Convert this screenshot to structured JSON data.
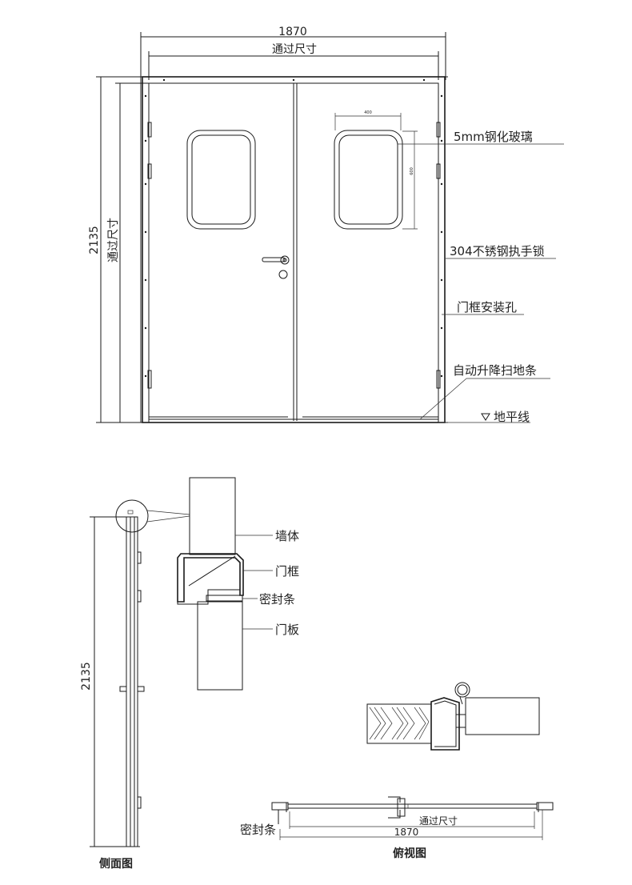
{
  "front_view": {
    "width_overall": "1870",
    "width_clear_label": "通过尺寸",
    "height_overall": "2135",
    "height_clear_label": "通过尺寸",
    "window_width": "400",
    "window_height": "600",
    "callouts": {
      "glass": "5mm钢化玻璃",
      "lock": "304不锈钢执手锁",
      "frame_holes": "门框安装孔",
      "sweep": "自动升降扫地条",
      "floor": "地平线"
    }
  },
  "section_detail": {
    "labels": {
      "wall": "墙体",
      "frame": "门框",
      "seal": "密封条",
      "leaf": "门板"
    }
  },
  "side_view": {
    "height": "2135",
    "caption": "侧面图"
  },
  "top_view": {
    "seal_label": "密封条",
    "clear_label": "通过尺寸",
    "width": "1870",
    "caption": "俯视图"
  }
}
